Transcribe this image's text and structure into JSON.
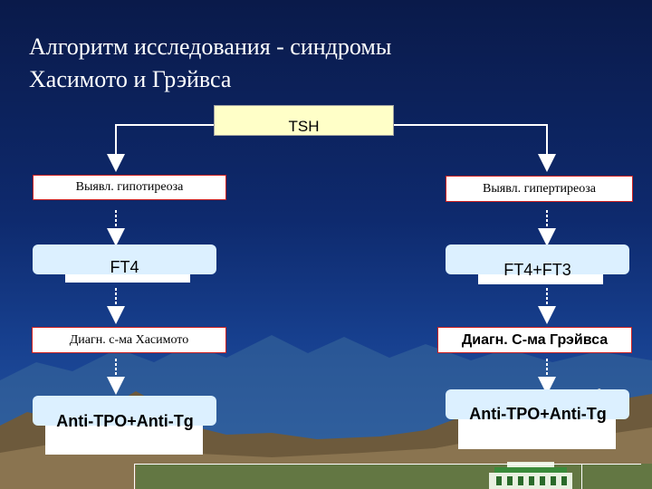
{
  "slide": {
    "title": "Алгоритм  исследования - синдромы\nХасимото и Грэйвса"
  },
  "flow": {
    "top": "TSH",
    "left": {
      "finding": "Выявл. гипотиреоза",
      "test": "FT4",
      "diagnosis": "Диагн. с-ма Хасимото",
      "antibodies": "Anti-TPO+Anti-Tg"
    },
    "right": {
      "finding": "Выявл. гипертиреоза",
      "test": "FT4+FT3",
      "diagnosis": "Диагн. С-ма Грэйвса",
      "antibodies": "Anti-TPO+Anti-Tg"
    }
  },
  "colors": {
    "background_top": "#0a1a4a",
    "background_bottom": "#2a5ca8",
    "tsh_box": "#ffffc8",
    "panel": "#dcf0ff",
    "box_border": "#cc2020"
  }
}
